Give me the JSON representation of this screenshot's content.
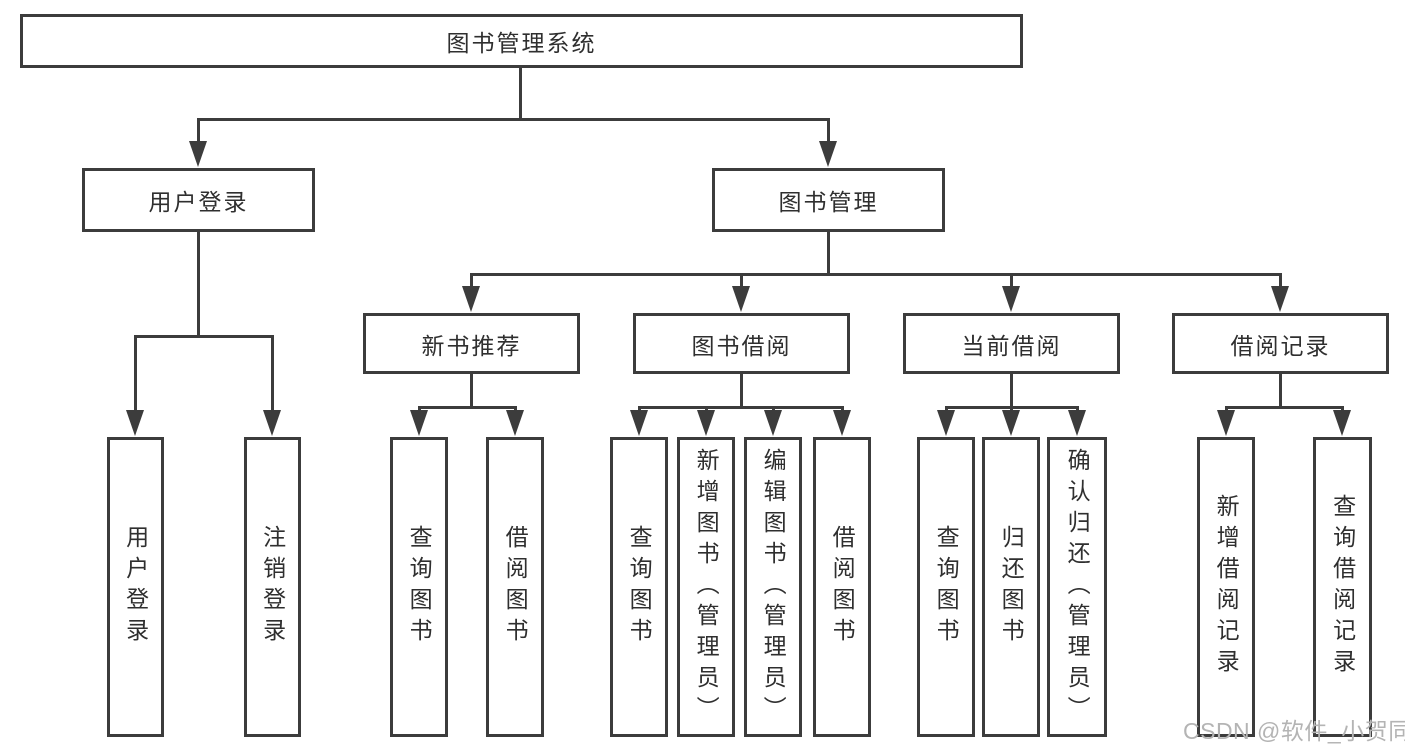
{
  "diagram": {
    "root": {
      "label": "图书管理系统"
    },
    "branches": [
      {
        "label": "用户登录",
        "children": [
          {
            "label": "用户登录"
          },
          {
            "label": "注销登录"
          }
        ]
      },
      {
        "label": "图书管理",
        "children": [
          {
            "label": "新书推荐",
            "children": [
              {
                "label": "查询图书"
              },
              {
                "label": "借阅图书"
              }
            ]
          },
          {
            "label": "图书借阅",
            "children": [
              {
                "label": "查询图书"
              },
              {
                "label": "新增图书（管理员）"
              },
              {
                "label": "编辑图书（管理员）"
              },
              {
                "label": "借阅图书"
              }
            ]
          },
          {
            "label": "当前借阅",
            "children": [
              {
                "label": "查询图书"
              },
              {
                "label": "归还图书"
              },
              {
                "label": "确认归还（管理员）"
              }
            ]
          },
          {
            "label": "借阅记录",
            "children": [
              {
                "label": "新增借阅记录"
              },
              {
                "label": "查询借阅记录"
              }
            ]
          }
        ]
      }
    ]
  },
  "watermark": {
    "text": "CSDN @软件_小贺同学"
  },
  "colors": {
    "line": "#3c3c3c",
    "text": "#2f2f2f",
    "background": "#ffffff",
    "watermark": "#b4b4b4"
  }
}
